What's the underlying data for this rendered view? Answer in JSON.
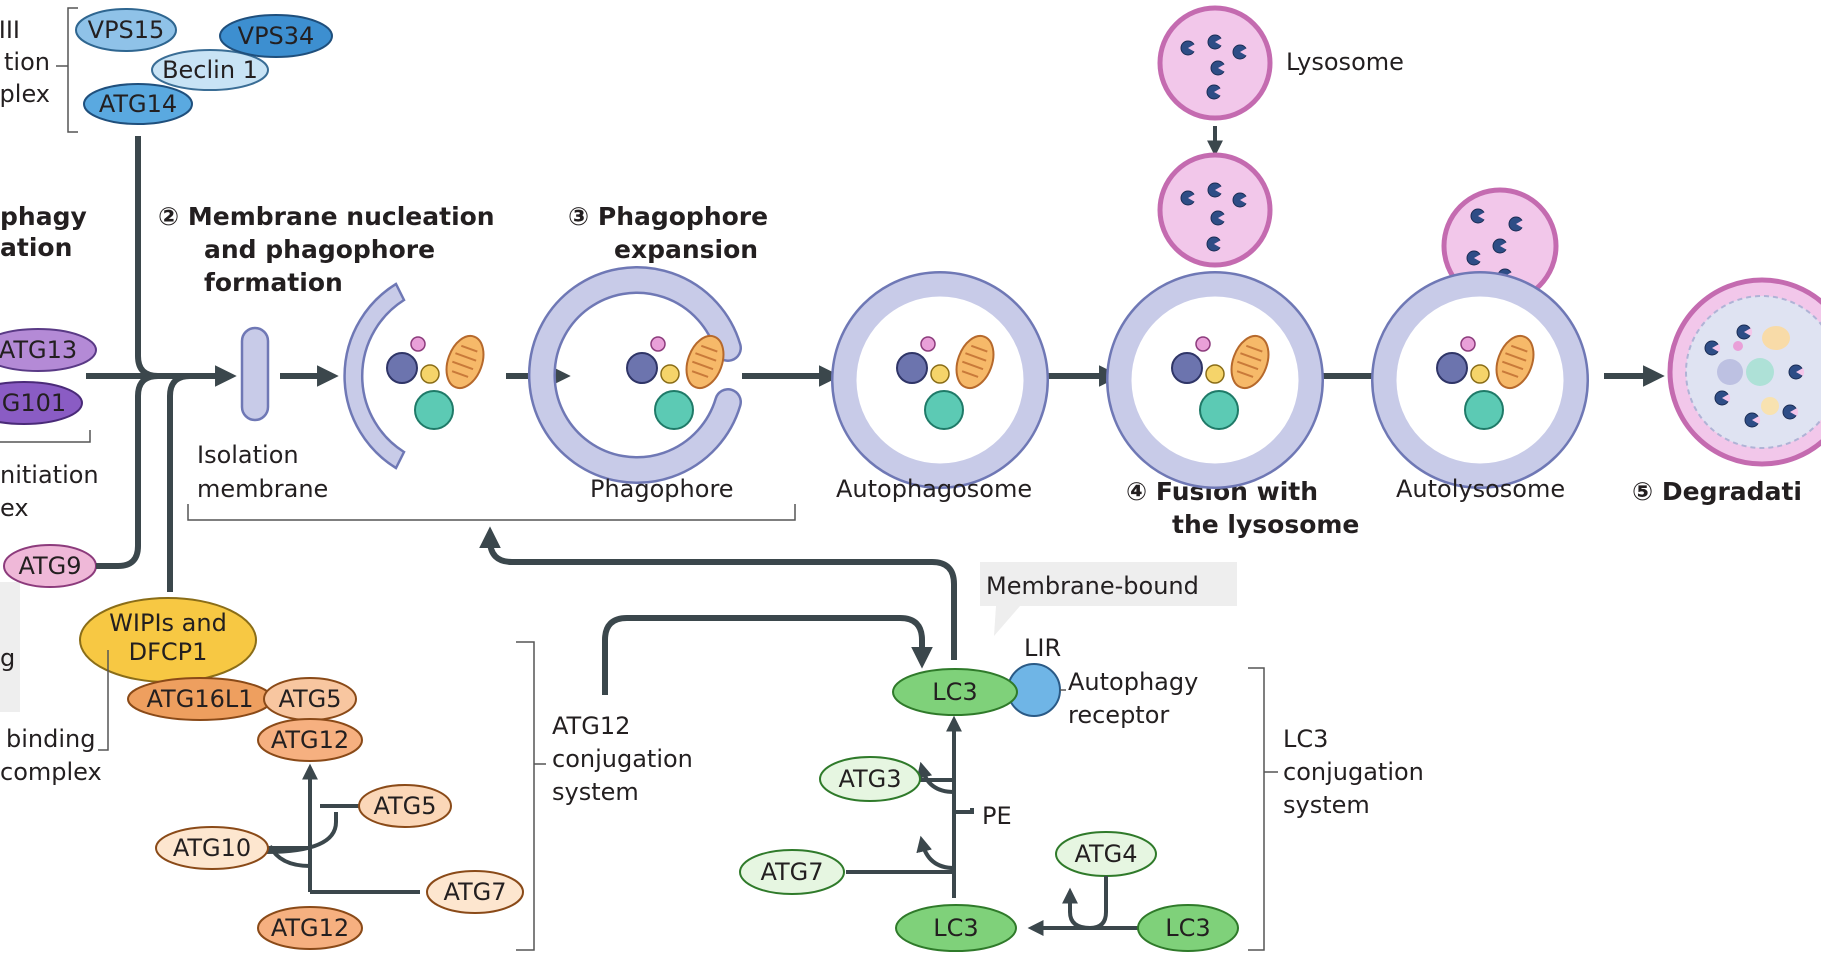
{
  "pi3k_complex": {
    "label_lines": [
      "K III",
      "tion",
      "plex"
    ],
    "vps15": "VPS15",
    "vps34": "VPS34",
    "beclin1": "Beclin 1",
    "atg14": "ATG14"
  },
  "stages": {
    "s1": [
      "phagy",
      "ation"
    ],
    "s2": [
      "② Membrane nucleation",
      "and phagophore",
      "formation"
    ],
    "s3": [
      "③ Phagophore",
      "expansion"
    ],
    "s4": [
      "④ Fusion with",
      "the lysosome"
    ],
    "s5": [
      "⑤ Degradati"
    ]
  },
  "structures": {
    "isolation_membrane": [
      "Isolation",
      "membrane"
    ],
    "phagophore": "Phagophore",
    "autophagosome": "Autophagosome",
    "autolysosome": "Autolysosome",
    "lysosome": "Lysosome"
  },
  "ulk_complex": {
    "atg13": "ATG13",
    "atg101": "G101",
    "label_lines": [
      "nitiation",
      "ex"
    ]
  },
  "atg9": "ATG9",
  "left_note": "g",
  "wipi": {
    "wipis_line1": "WIPIs and",
    "wipis_line2": "DFCP1",
    "atg16l1": "ATG16L1",
    "atg5_top": "ATG5",
    "atg12_top": "ATG12",
    "label_lines": [
      "binding",
      "complex"
    ]
  },
  "atg12_system": {
    "label_lines": [
      "ATG12",
      "conjugation",
      "system"
    ],
    "atg5": "ATG5",
    "atg10": "ATG10",
    "atg7": "ATG7",
    "atg12": "ATG12"
  },
  "lc3_system": {
    "label_lines": [
      "LC3",
      "conjugation",
      "system"
    ],
    "membrane_bound": "Membrane-bound",
    "lir": "LIR",
    "receptor_lines": [
      "Autophagy",
      "receptor"
    ],
    "lc3_top": "LC3",
    "atg3": "ATG3",
    "pe": "PE",
    "atg7": "ATG7",
    "atg4": "ATG4",
    "lc3_bottom": "LC3",
    "lc3_right": "LC3"
  },
  "colors": {
    "pi3k_blue_dark": "#3d8fd0",
    "pi3k_blue_mid": "#8fc2e8",
    "pi3k_blue_light": "#c8e3f5",
    "ulk_purple": "#b48ad6",
    "ulk_purple_dark": "#8a5cc4",
    "atg9_pink": "#efb8d8",
    "wipi_yellow": "#f7c843",
    "atg16_orange": "#ee9f5f",
    "atg12_peach": "#f8c6a0",
    "atg10_cream": "#fde6cf",
    "lc3_green": "#7fd17a",
    "atg_green_light": "#e6f6e1",
    "receptor_blue": "#6fb5e6",
    "membrane_lavender": "#c8cbe8",
    "membrane_edge": "#6f78b5",
    "lysosome_pink": "#e7a9da",
    "lysosome_edge": "#c46bb0",
    "arrow_gray": "#3b474c",
    "note_box": "#eeeeee"
  }
}
